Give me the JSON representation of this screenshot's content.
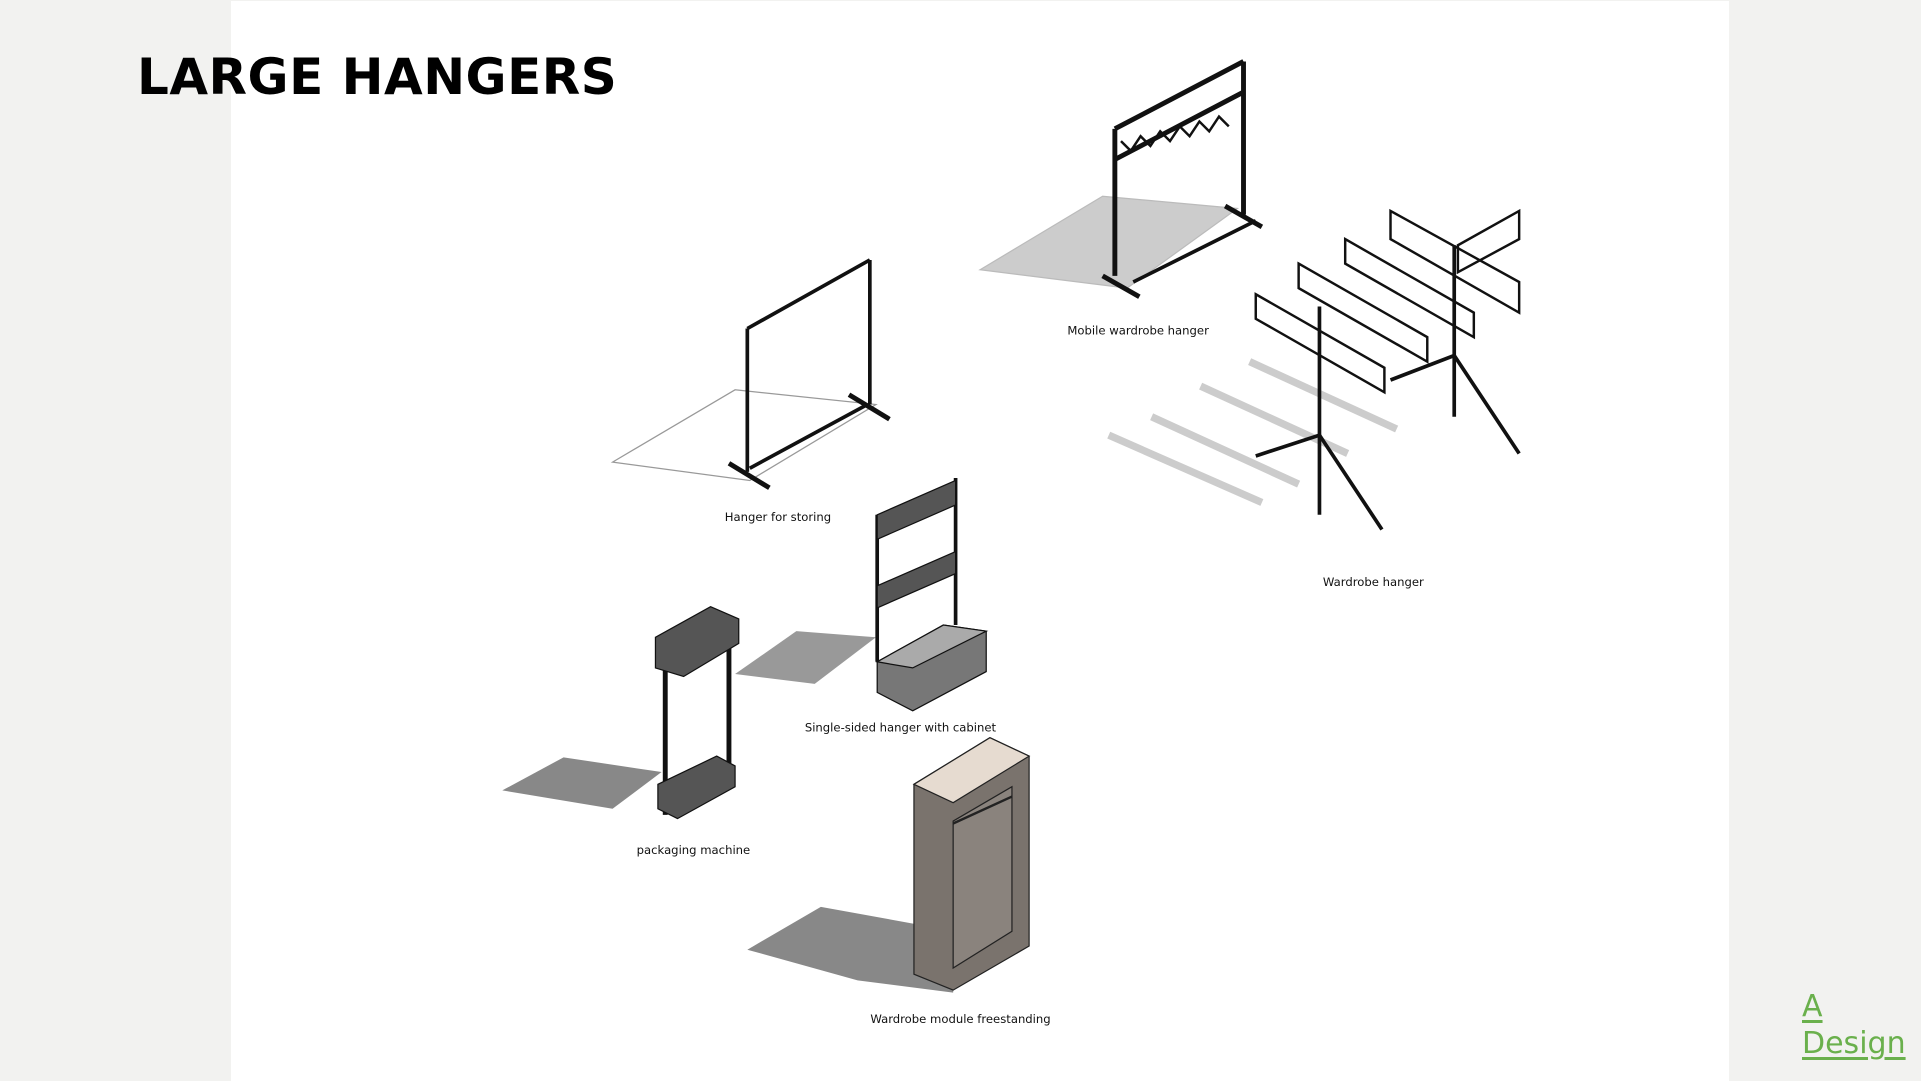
{
  "title": "LARGE HANGERS",
  "items": [
    {
      "label": "Mobile wardrobe hanger"
    },
    {
      "label": "Hanger for storing"
    },
    {
      "label": "Wardrobe hanger"
    },
    {
      "label": "Single-sided hanger with cabinet"
    },
    {
      "label": "packaging machine"
    },
    {
      "label": "Wardrobe module freestanding"
    }
  ],
  "logo": {
    "line1": "A",
    "line2": "Design",
    "color": "#6ab04c"
  }
}
